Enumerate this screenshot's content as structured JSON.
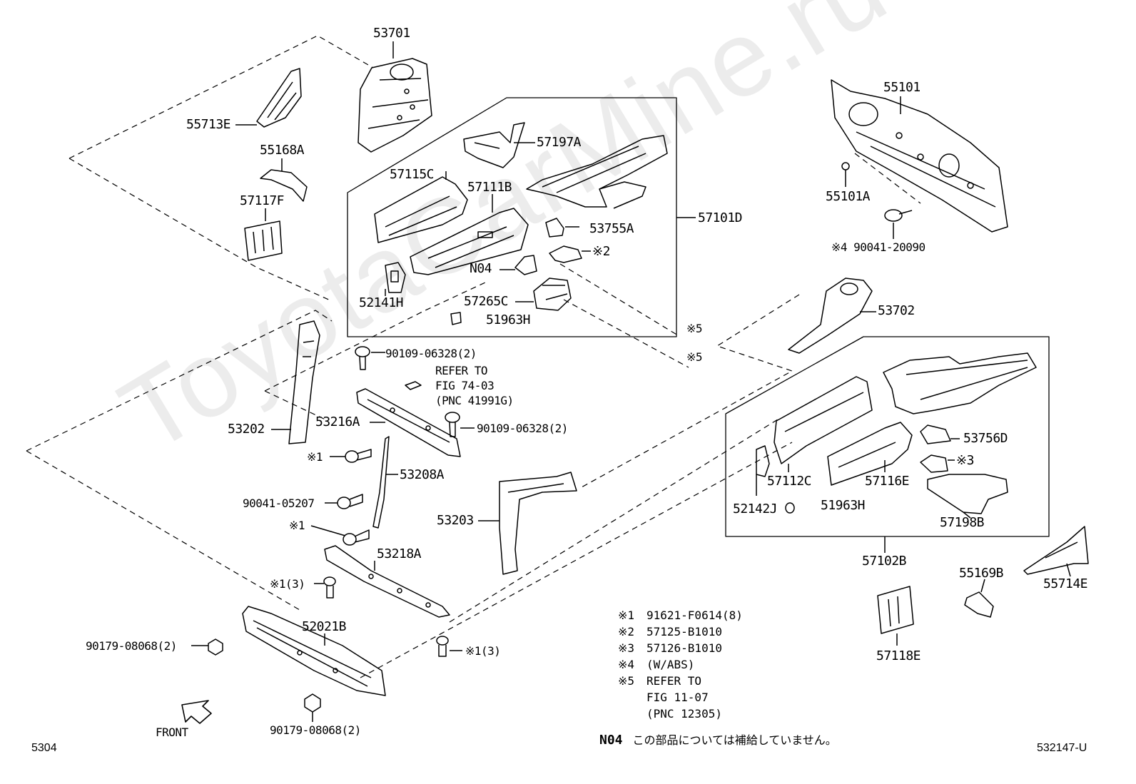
{
  "watermark": "ToyotaCarMine.ru",
  "labels": {
    "p53701": "53701",
    "p55713E": "55713E",
    "p55168A": "55168A",
    "p57117F": "57117F",
    "p57197A": "57197A",
    "p57115C": "57115C",
    "p57111B": "57111B",
    "p53755A": "53755A",
    "p57101D": "57101D",
    "p2mark": "※2",
    "pN04": "N04",
    "p52141H": "52141H",
    "p57265C": "57265C",
    "p51963H_a": "51963H",
    "p5mark_a": "※5",
    "p5mark_b": "※5",
    "p55101": "55101",
    "p55101A": "55101A",
    "p90041_20090": "※4  90041-20090",
    "p53702": "53702",
    "p90109_a": "90109-06328(2)",
    "refer1": "REFER TO",
    "refer2": "FIG 74-03",
    "refer3": "(PNC 41991G)",
    "p53216A": "53216A",
    "p90109_b": "90109-06328(2)",
    "p53202": "53202",
    "p1mark_a": "※1",
    "p53208A": "53208A",
    "p90041_05207": "90041-05207",
    "p1mark_b": "※1",
    "p53203": "53203",
    "p53218A": "53218A",
    "p1mark_3a": "※1(3)",
    "p52021B": "52021B",
    "p90179_a": "90179-08068(2)",
    "p1mark_3b": "※1(3)",
    "p90179_b": "90179-08068(2)",
    "front": "FRONT",
    "p53756D": "53756D",
    "p3mark": "※3",
    "p57112C": "57112C",
    "p57116E": "57116E",
    "p52142J": "52142J",
    "p51963H_b": "51963H",
    "p57198B": "57198B",
    "p57102B": "57102B",
    "p55169B": "55169B",
    "p55714E": "55714E",
    "p57118E": "57118E"
  },
  "legend": [
    {
      "mark": "※1",
      "text": "91621-F0614(8)"
    },
    {
      "mark": "※2",
      "text": "57125-B1010"
    },
    {
      "mark": "※3",
      "text": "57126-B1010"
    },
    {
      "mark": "※4",
      "text": "(W/ABS)"
    },
    {
      "mark": "※5",
      "text": "REFER TO\nFIG 11-07\n(PNC 12305)"
    }
  ],
  "note": {
    "code": "N04",
    "text": "この部品については補給していません。"
  },
  "corner_left": "5304",
  "corner_right": "532147-U"
}
